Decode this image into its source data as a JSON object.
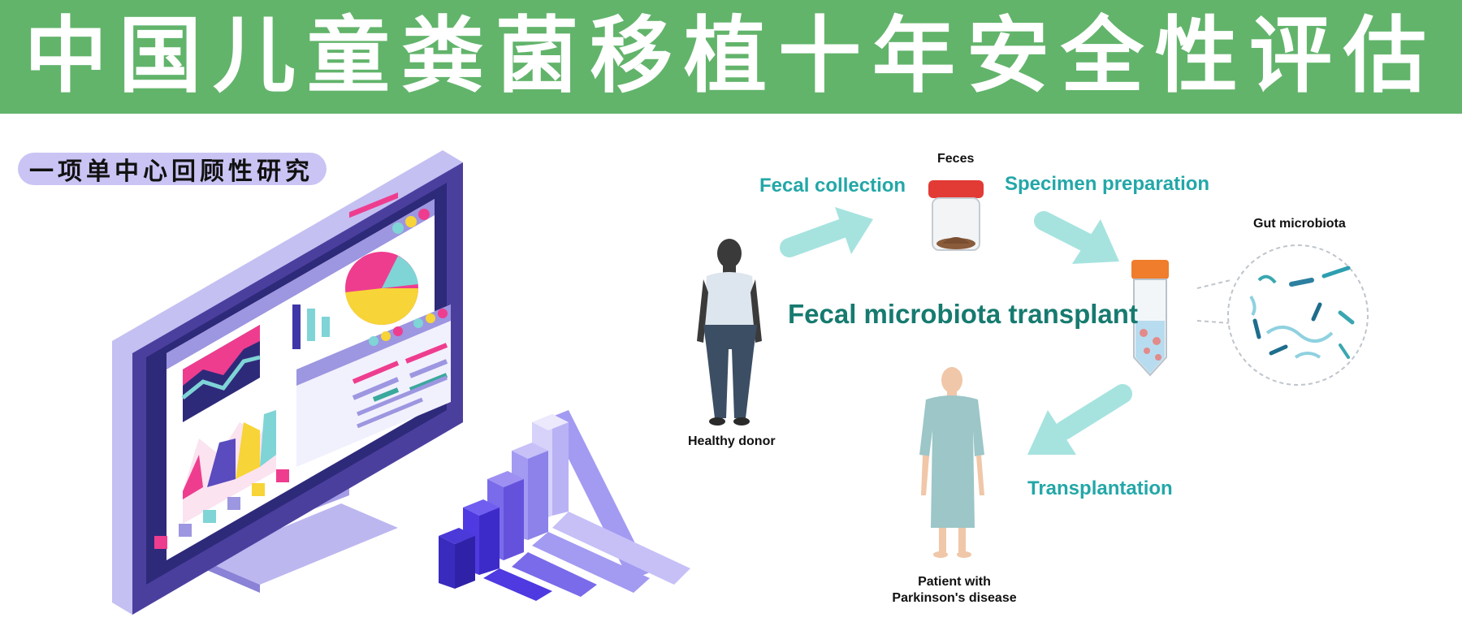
{
  "banner": {
    "title": "中国儿童粪菌移植十年安全性评估",
    "color": "#62b46b"
  },
  "subtitle": {
    "text": "一项单中心回顾性研究",
    "color": "#c9c4f4"
  },
  "diagram": {
    "center_title": "Fecal microbiota transplant",
    "steps": {
      "fecal_collection": "Fecal collection",
      "specimen_preparation": "Specimen preparation",
      "transplantation": "Transplantation"
    },
    "captions": {
      "feces": "Feces",
      "gut_microbiota": "Gut microbiota",
      "healthy_donor": "Healthy donor",
      "patient_line1": "Patient with",
      "patient_line2": "Parkinson's disease"
    },
    "colors": {
      "step_text": "#23a7a8",
      "title_text": "#167a6f",
      "arrow": "#a6e3df"
    }
  }
}
